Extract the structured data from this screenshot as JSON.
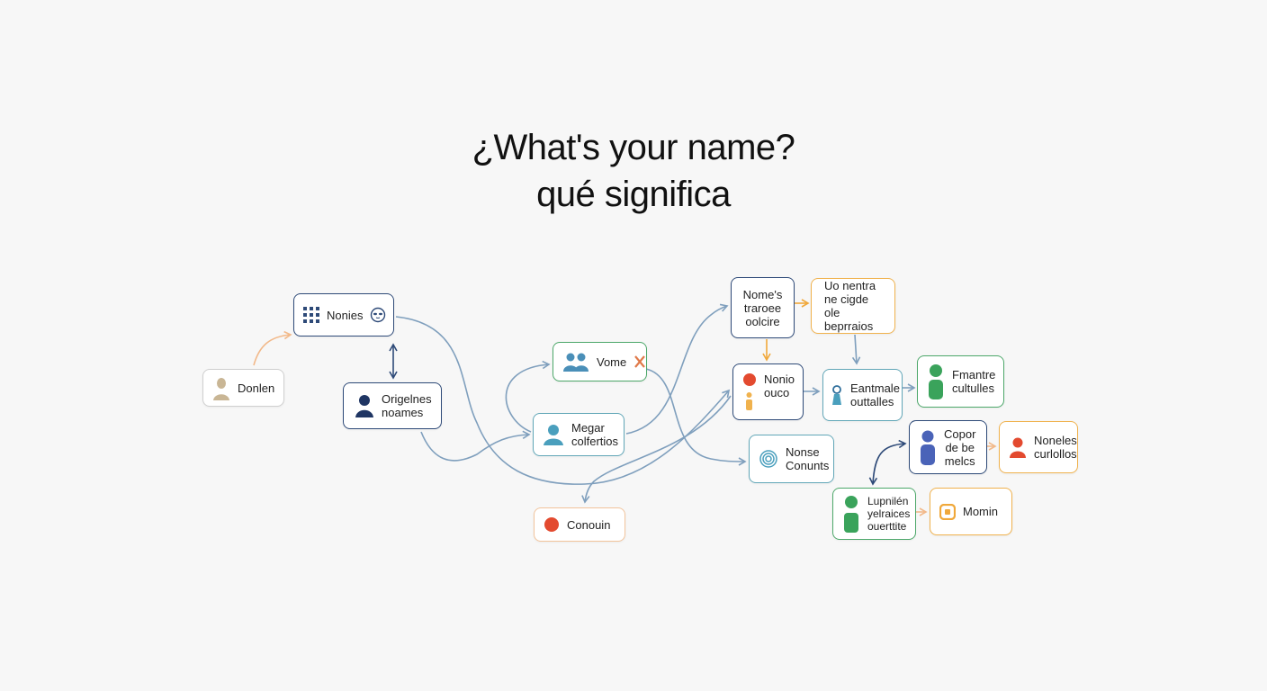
{
  "title": {
    "line1": "¿What's your name?",
    "line2": "qué significa"
  },
  "nodes": {
    "donlen": "Donlen",
    "nonies": "Nonies",
    "origenes": "Origelnes\nnoames",
    "vome": "Vome",
    "megar": "Megar\ncolfertios",
    "conouin": "Conouin",
    "nomes_traroee": "Nome's\ntraroee\noolcire",
    "uo_nentra": "Uo nentra\nne cigde ole\nbeprraios",
    "nonio": "Nonio\nouco",
    "eantmale": "Eantmale\nouttalles",
    "fmantre": "Fmantre\ncultulles",
    "nonse": "Nonse\nConunts",
    "copor": "Copor\nde be\nmelcs",
    "noneles": "Noneles\ncurlollos",
    "lupnilen": "Lupnilén\nyelraices\nouerttite",
    "momin": "Momin"
  },
  "icons": {
    "donlen": "person-icon",
    "nonies_left": "grid-icon",
    "nonies_right": "alien-face-icon",
    "origenes": "person-icon",
    "vome_left": "people-icon",
    "vome_right": "cross-icon",
    "megar": "person-icon",
    "conouin": "dot-icon",
    "nonio": "dot-person-icon",
    "eantmale": "pawn-icon",
    "fmantre": "person-icon",
    "nonse": "fingerprint-icon",
    "copor": "person-icon",
    "noneles": "person-icon",
    "lupnilen": "person-icon",
    "momin": "square-icon"
  },
  "colors": {
    "navy": "#2e4a78",
    "blue": "#5b8db5",
    "teal": "#4a9fbd",
    "green": "#3aa35b",
    "orange": "#f0a83a",
    "red": "#e34a2f",
    "peach": "#f2b98a",
    "edge": "#7f9fbd"
  }
}
